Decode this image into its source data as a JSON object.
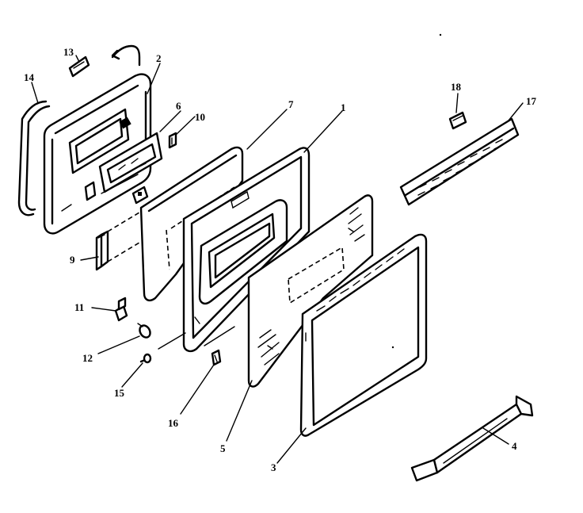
{
  "colors": {
    "ink": "#000000",
    "background": "#ffffff"
  },
  "callouts": [
    {
      "id": "c13",
      "text": "13"
    },
    {
      "id": "c2",
      "text": "2"
    },
    {
      "id": "c14",
      "text": "14"
    },
    {
      "id": "c6",
      "text": "6"
    },
    {
      "id": "c10",
      "text": "10"
    },
    {
      "id": "c7",
      "text": "7"
    },
    {
      "id": "c1",
      "text": "1"
    },
    {
      "id": "c18",
      "text": "18"
    },
    {
      "id": "c17",
      "text": "17"
    },
    {
      "id": "c9",
      "text": "9"
    },
    {
      "id": "c11",
      "text": "11"
    },
    {
      "id": "c12",
      "text": "12"
    },
    {
      "id": "c15",
      "text": "15"
    },
    {
      "id": "c16",
      "text": "16"
    },
    {
      "id": "c5",
      "text": "5"
    },
    {
      "id": "c3",
      "text": "3"
    },
    {
      "id": "c4",
      "text": "4"
    }
  ]
}
